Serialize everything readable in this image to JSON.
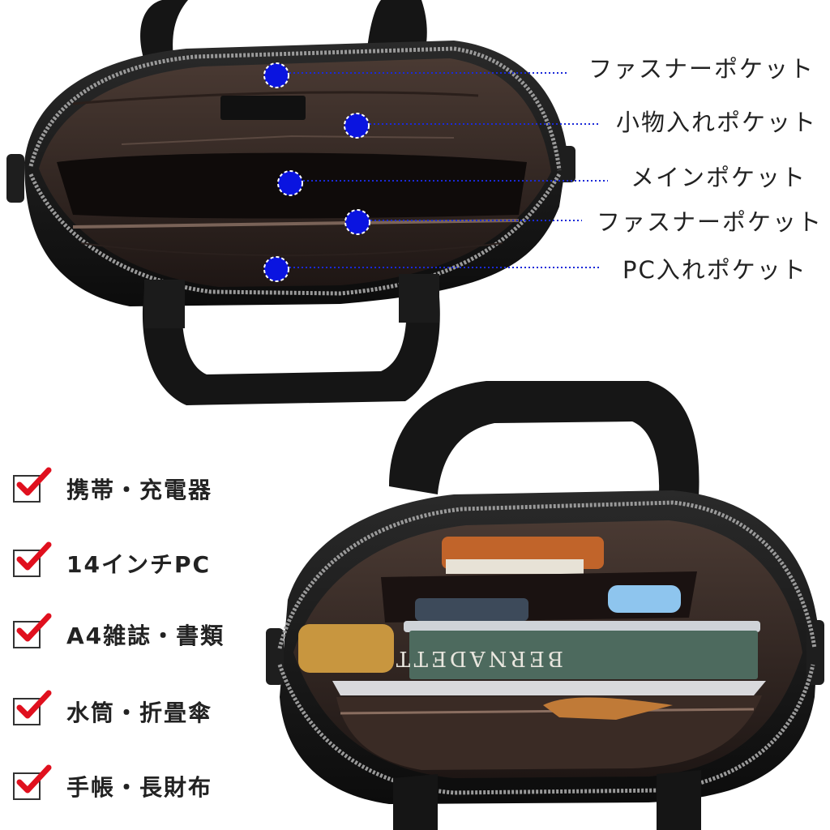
{
  "callouts": [
    {
      "label": "ファスナーポケット",
      "marker_color": "#0a14e0"
    },
    {
      "label": "小物入れポケット",
      "marker_color": "#0a14e0"
    },
    {
      "label": "メインポケット",
      "marker_color": "#0a14e0"
    },
    {
      "label": "ファスナーポケット",
      "marker_color": "#0a14e0"
    },
    {
      "label": "PC入れポケット",
      "marker_color": "#0a14e0"
    }
  ],
  "contents_checklist": [
    {
      "label": "携帯・充電器",
      "checked": true
    },
    {
      "label": "14インチPC",
      "checked": true
    },
    {
      "label": "A4雑誌・書類",
      "checked": true
    },
    {
      "label": "水筒・折畳傘",
      "checked": true
    },
    {
      "label": "手帳・長財布",
      "checked": true
    }
  ],
  "book_spine_text": "BERNADETT",
  "colors": {
    "leather": "#141414",
    "lining": "#3a2b25",
    "check": "#e0101e",
    "marker": "#0a14e0"
  }
}
